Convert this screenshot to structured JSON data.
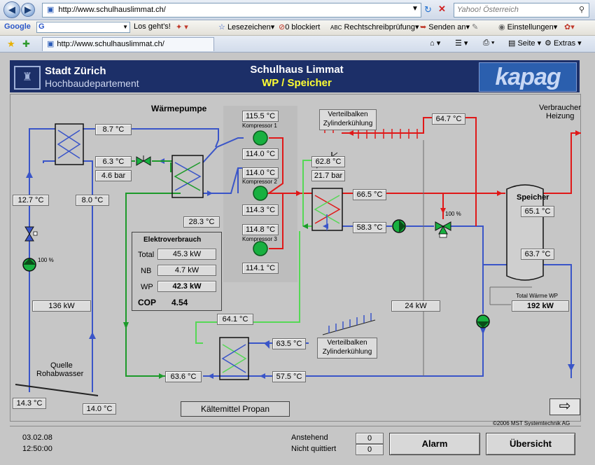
{
  "browser": {
    "url": "http://www.schulhauslimmat.ch/",
    "search_placeholder": "Yahoo! Österreich",
    "toolbar": {
      "google": "Google",
      "go": "Los geht's!",
      "bookmarks": "Lesezeichen",
      "blocked": "0 blockiert",
      "spell": "Rechtschreibprüfung",
      "send": "Senden an",
      "settings": "Einstellungen"
    },
    "tab_title": "http://www.schulhauslimmat.ch/",
    "page_menu": "Seite",
    "extras_menu": "Extras"
  },
  "header": {
    "org_line1": "Stadt Zürich",
    "org_line2": "Hochbaudepartement",
    "title": "Schulhaus Limmat",
    "subtitle": "WP / Speicher",
    "logo": "kapag"
  },
  "labels": {
    "heatpump": "Wärmepumpe",
    "consumer_line1": "Verbraucher",
    "consumer_line2": "Heizung",
    "comp1": "Kompressor 1",
    "comp2": "Kompressor 2",
    "comp3": "Kompressor 3",
    "distributor1_line1": "Verteilbalken",
    "distributor1_line2": "Zylinderkühlung",
    "distributor2_line1": "Verteilbalken",
    "distributor2_line2": "Zylinderkühlung",
    "storage": "Speicher",
    "total_heat_wp": "Total Wärme WP",
    "source_line1": "Quelle",
    "source_line2": "Rohabwasser",
    "pump_pct1": "100 %",
    "valve_pct2": "100 %",
    "refrigerant": "Kältemittel Propan",
    "copyright": "©2006 MST Systemtechnik AG"
  },
  "electro": {
    "title": "Elektroverbrauch",
    "total_label": "Total",
    "total_value": "45.3 kW",
    "nb_label": "NB",
    "nb_value": "4.7 kW",
    "wp_label": "WP",
    "wp_value": "42.3 kW",
    "cop_label": "COP",
    "cop_value": "4.54"
  },
  "values": {
    "t_8_7": "8.7  °C",
    "t_6_3": "6.3  °C",
    "p_4_6": "4.6  bar",
    "t_12_7": "12.7  °C",
    "t_8_0": "8.0  °C",
    "kw_136": "136  kW",
    "t_28_3": "28.3  °C",
    "c1_top": "115.5  °C",
    "c1_bot": "114.0  °C",
    "c2_top": "114.0  °C",
    "c2_bot": "114.3  °C",
    "c3_top": "114.8  °C",
    "c3_bot": "114.1  °C",
    "t_62_8": "62.8  °C",
    "p_21_7": "21.7  bar",
    "t_64_7": "64.7  °C",
    "t_66_5": "66.5  °C",
    "t_58_3": "58.3  °C",
    "t_65_1": "65.1  °C",
    "t_63_7": "63.7  °C",
    "kw_192": "192  kW",
    "kw_24": "24  kW",
    "t_64_1": "64.1  °C",
    "t_63_5": "63.5  °C",
    "t_57_5": "57.5  °C",
    "t_63_6": "63.6  °C",
    "t_14_3": "14.3  °C",
    "t_14_0": "14.0  °C"
  },
  "footer": {
    "date": "03.02.08",
    "time": "12:50:00",
    "pending_label": "Anstehend",
    "unack_label": "Nicht quittiert",
    "pending_count": "0",
    "unack_count": "0",
    "alarm_button": "Alarm",
    "overview_button": "Übersicht"
  },
  "colors": {
    "cold_pipe": "#3a55c8",
    "hot_pipe": "#e01818",
    "refrigerant_pipe": "#1c9a2a",
    "light_green_pipe": "#55d855",
    "header_bg": "#1c2f68",
    "subtitle": "#ffff33"
  }
}
